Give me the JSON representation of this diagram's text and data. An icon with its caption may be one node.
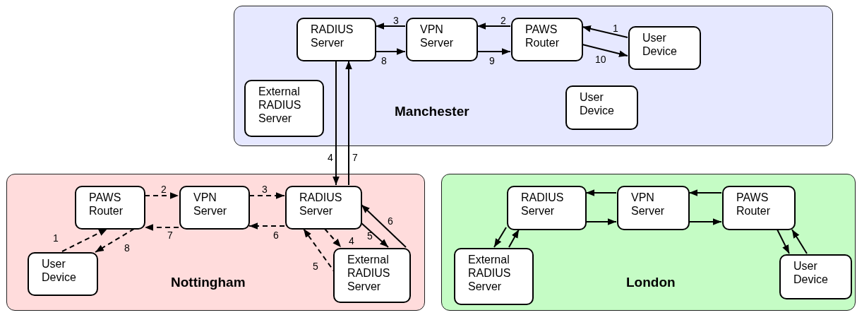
{
  "diagram": {
    "nodes": [
      {
        "text": [
          "Manchester"
        ]
      },
      {
        "text": [
          "RADIUS Server"
        ],
        "in": 0
      },
      {
        "text": [
          "VPN Server"
        ],
        "in": 0
      },
      {
        "text": [
          "PAWS Router"
        ],
        "in": 0
      },
      {
        "text": [
          "User Device"
        ],
        "in": 0
      },
      {
        "text": [
          "External RADIUS Server"
        ],
        "in": 0
      },
      {
        "text": [
          "User Device"
        ],
        "in": 0
      },
      {
        "text": [
          "Nottingham"
        ]
      },
      {
        "text": [
          "PAWS Router"
        ],
        "in": 7
      },
      {
        "text": [
          "VPN Server"
        ],
        "in": 7
      },
      {
        "text": [
          "RADIUS Server"
        ],
        "in": 7
      },
      {
        "text": [
          "User Device"
        ],
        "in": 7
      },
      {
        "text": [
          "External RADIUS Server"
        ],
        "in": 7
      },
      {
        "text": [
          "London"
        ]
      },
      {
        "text": [
          "RADIUS Server"
        ],
        "in": 13
      },
      {
        "text": [
          "VPN Server"
        ],
        "in": 13
      },
      {
        "text": [
          "PAWS Router"
        ],
        "in": 13
      },
      {
        "text": [
          "External RADIUS Server"
        ],
        "in": 13
      },
      {
        "text": [
          "User Device"
        ],
        "in": 13
      }
    ],
    "edges": [
      {
        "from": 4,
        "to": 3,
        "arrow": "to",
        "label": "1"
      },
      {
        "from": 3,
        "to": 2,
        "arrow": "to",
        "label": "2"
      },
      {
        "from": 2,
        "to": 1,
        "arrow": "to",
        "label": "3"
      },
      {
        "from": 1,
        "to": 10,
        "arrow": "to",
        "label": "4"
      },
      {
        "from": 10,
        "to": 1,
        "arrow": "to",
        "label": "7"
      },
      {
        "from": 1,
        "to": 2,
        "arrow": "to",
        "label": "8"
      },
      {
        "from": 2,
        "to": 3,
        "arrow": "to",
        "label": "9"
      },
      {
        "from": 3,
        "to": 4,
        "arrow": "to",
        "label": "10"
      },
      {
        "from": 11,
        "to": 8,
        "arrow": "to",
        "label": "1",
        "style": "dashed"
      },
      {
        "from": 8,
        "to": 9,
        "arrow": "to",
        "label": "2",
        "style": "dashed"
      },
      {
        "from": 9,
        "to": 10,
        "arrow": "to",
        "label": "3",
        "style": "dashed"
      },
      {
        "from": 10,
        "to": 12,
        "arrow": "to",
        "label": "4",
        "style": "dashed"
      },
      {
        "from": 12,
        "to": 10,
        "arrow": "to",
        "label": "5",
        "style": "dashed"
      },
      {
        "from": 10,
        "to": 12,
        "arrow": "to",
        "label": "5"
      },
      {
        "from": 12,
        "to": 10,
        "arrow": "to",
        "label": "6"
      },
      {
        "from": 10,
        "to": 9,
        "arrow": "to",
        "label": "6",
        "style": "dashed"
      },
      {
        "from": 9,
        "to": 8,
        "arrow": "to",
        "label": "7",
        "style": "dashed"
      },
      {
        "from": 8,
        "to": 11,
        "arrow": "to",
        "label": "8",
        "style": "dashed"
      },
      {
        "from": 16,
        "to": 15,
        "arrow": "to"
      },
      {
        "from": 15,
        "to": 14,
        "arrow": "to"
      },
      {
        "from": 14,
        "to": 17,
        "arrow": "to"
      },
      {
        "from": 17,
        "to": 14,
        "arrow": "to"
      },
      {
        "from": 14,
        "to": 15,
        "arrow": "to"
      },
      {
        "from": 15,
        "to": 16,
        "arrow": "to"
      },
      {
        "from": 16,
        "to": 18,
        "arrow": "to"
      },
      {
        "from": 18,
        "to": 16,
        "arrow": "to"
      }
    ]
  }
}
